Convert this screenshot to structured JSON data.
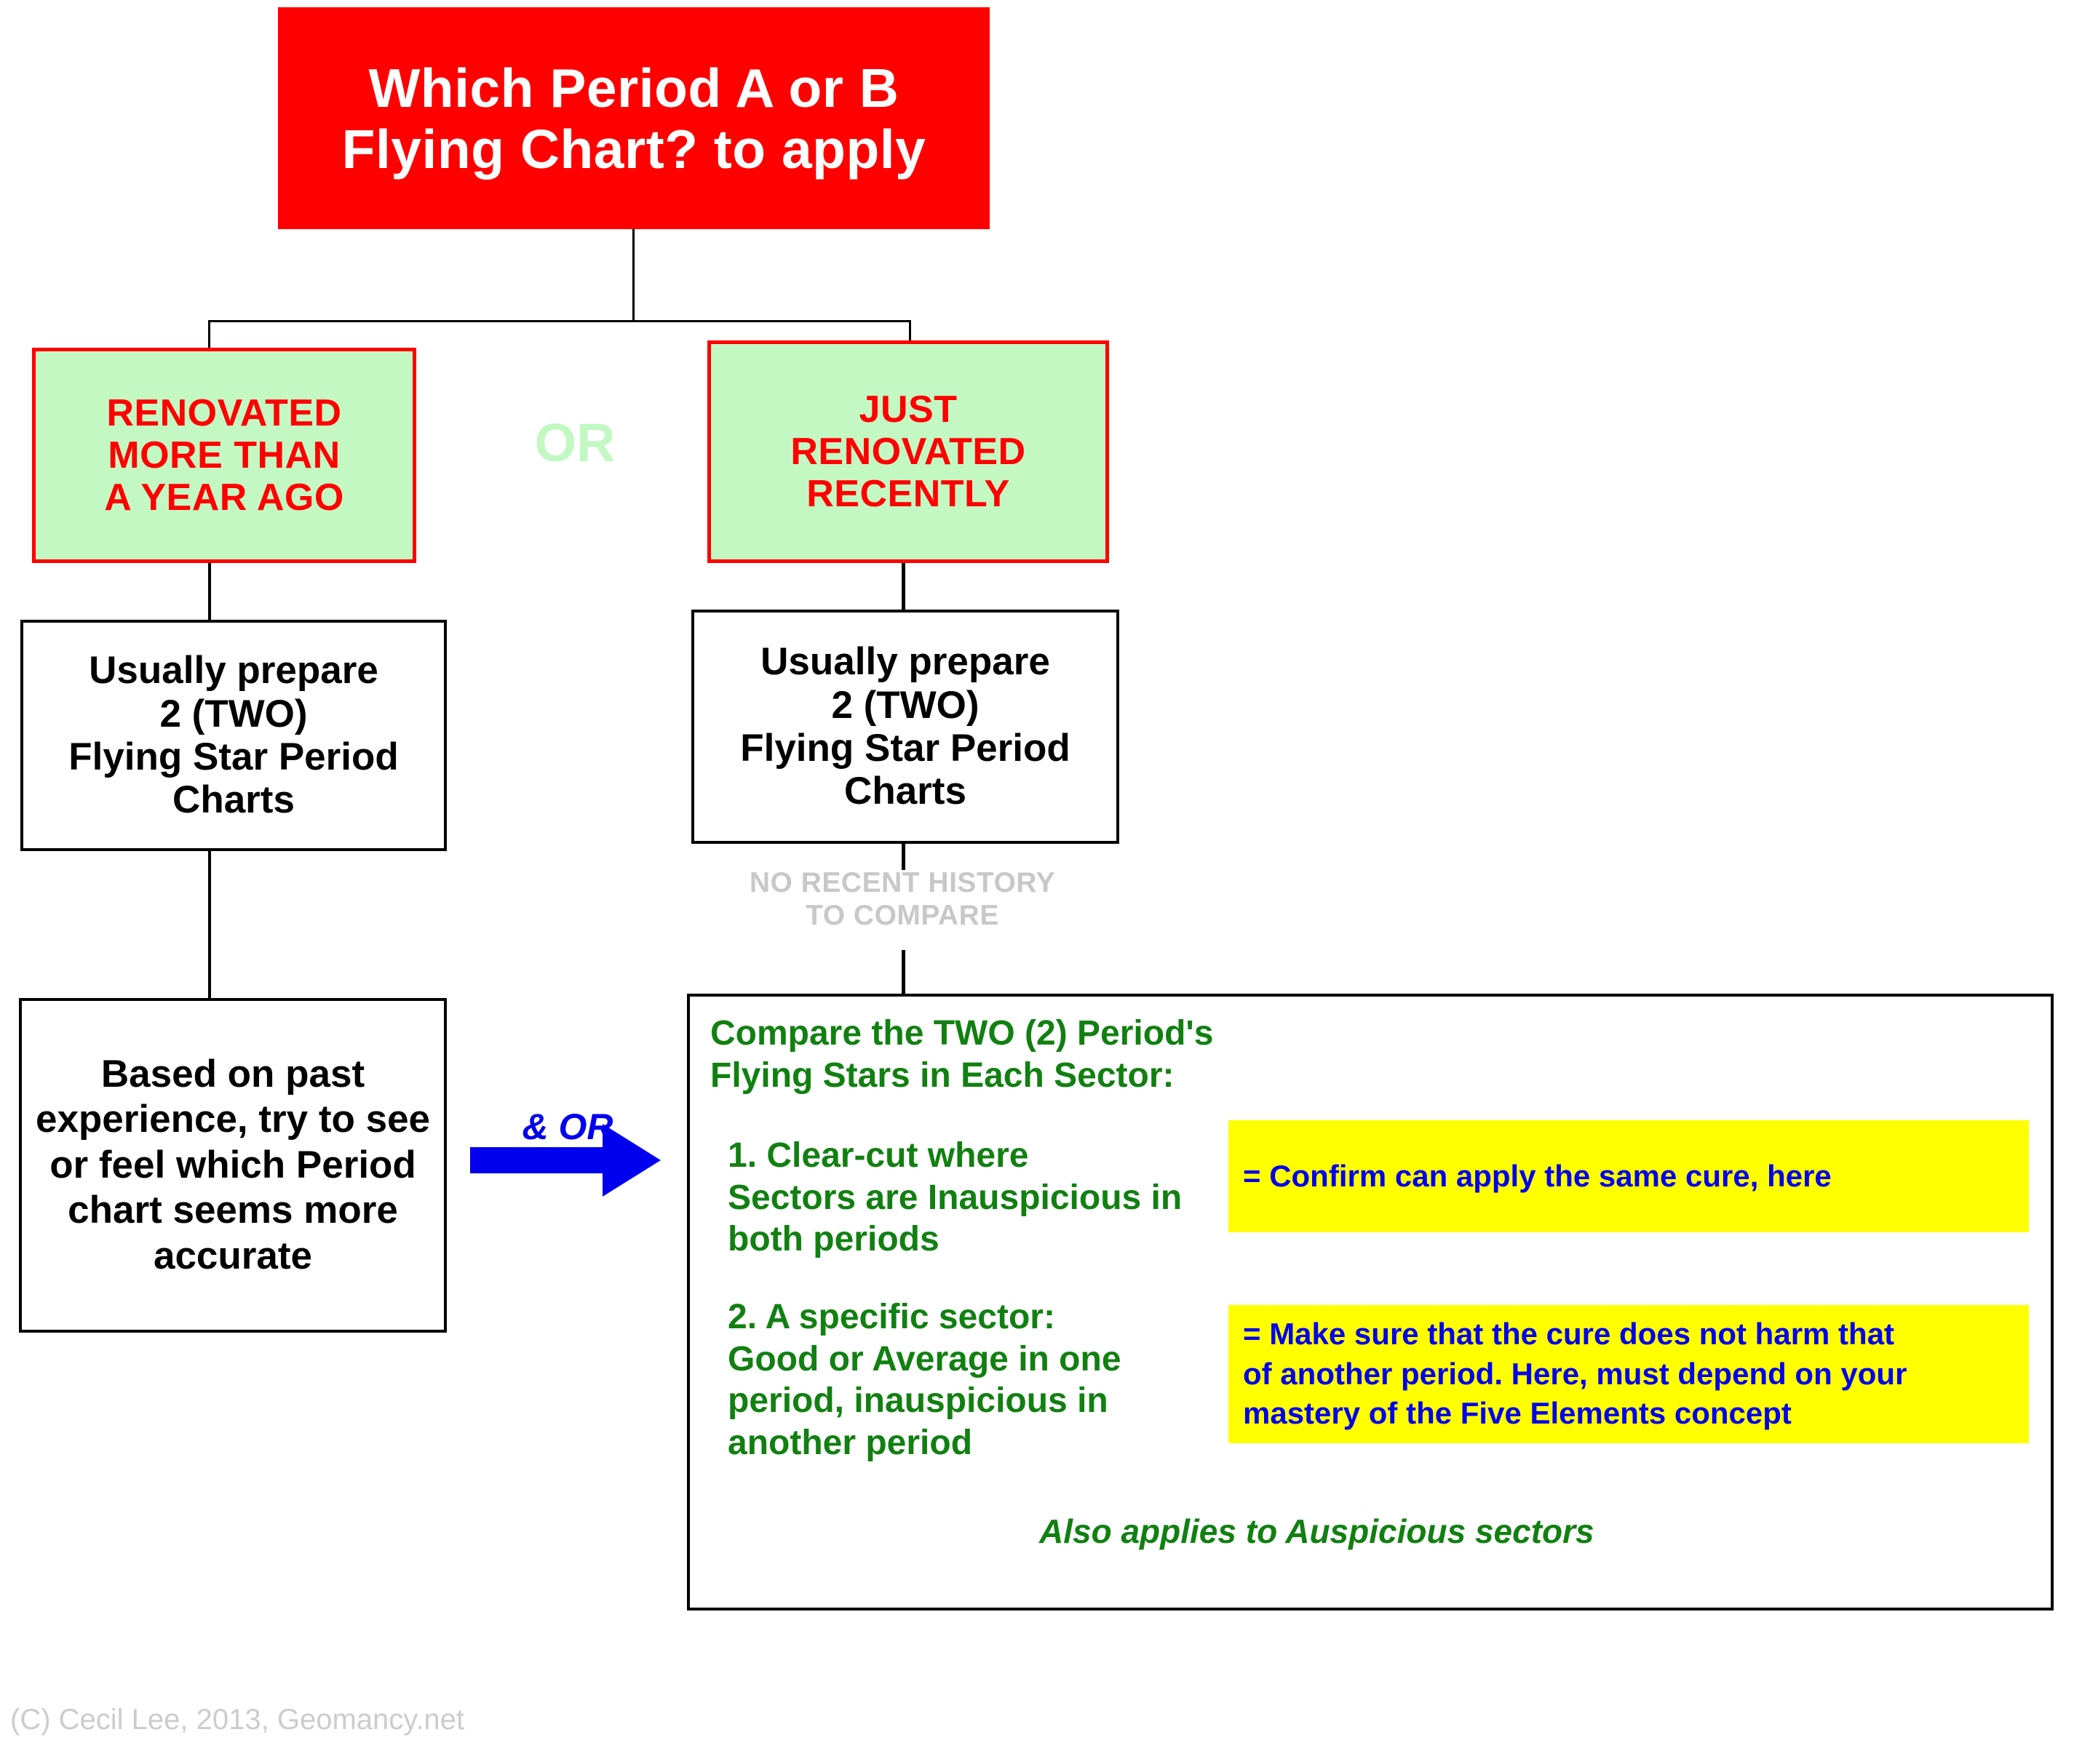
{
  "title": {
    "line1": "Which Period A or B",
    "line2": "Flying Chart? to apply"
  },
  "branches": {
    "or_label": "OR",
    "left": {
      "label": "RENOVATED\nMORE THAN\nA YEAR AGO"
    },
    "right": {
      "label": "JUST\nRENOVATED\nRECENTLY"
    }
  },
  "prepare": {
    "left": "Usually prepare\n2  (TWO)\nFlying Star Period\nCharts",
    "right": "Usually prepare\n2  (TWO)\nFlying Star Period\nCharts"
  },
  "no_history_note": "NO RECENT HISTORY\nTO COMPARE",
  "experience_box": "Based on past experience, try to see or feel which Period chart seems more accurate",
  "connector": {
    "and_or_label": "& OR",
    "arrow_icon": "right-arrow-icon"
  },
  "compare_panel": {
    "heading": "Compare the TWO (2) Period's\n Flying Stars in Each Sector:",
    "items": [
      {
        "number": "1.",
        "text": "1. Clear-cut where\n    Sectors are Inauspicious in\n    both periods",
        "result": "= Confirm can apply the same cure, here"
      },
      {
        "number": "2.",
        "text": "2. A specific sector:\n    Good or Average in one\n    period, inauspicious in\n    another period",
        "result": "= Make sure that the cure does not harm that\nof another period. Here, must depend on your\nmastery of the Five Elements concept"
      }
    ],
    "footnote": "Also applies to Auspicious sectors"
  },
  "copyright": "(C) Cecil Lee, 2013, Geomancy.net",
  "colors": {
    "title_bg": "#fe0000",
    "title_fg": "#ffffff",
    "green_box_bg": "#c3f8c3",
    "green_box_border": "#fe0000",
    "green_box_fg": "#fe0000",
    "or_fg": "#c3f8c3",
    "box_border": "#000000",
    "compare_text": "#118011",
    "highlight_bg": "#ffff00",
    "highlight_fg": "#0000ee",
    "arrow": "#0000ee",
    "muted_text": "#c8c8c8",
    "copyright_fg": "#cccccc"
  }
}
